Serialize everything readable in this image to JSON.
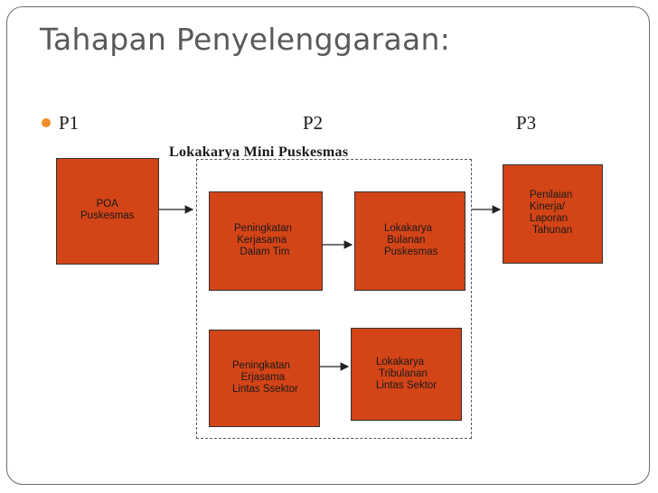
{
  "title": "Tahapan Penyelenggaraan:",
  "phases": {
    "p1": "P1",
    "p2": "P2",
    "p3": "P3"
  },
  "group_title": "Lokakarya Mini Puskesmas",
  "boxes": {
    "poa": "POA\nPuskesmas",
    "peningkatan_kerjasama": "Peningkatan\n Kerjasama\n  Dalam Tim",
    "lokakarya_bulanan": "Lokakarya\n Bulanan\nPuskesmas",
    "penilaian": "Penilaian\nKinerja/\nLaporan\n Tahunan",
    "peningkatan_erjasama": "Peningkatan\n   Erjasama\nLintas Ssektor",
    "lokakarya_tribulanan": "Lokakarya\n Tribulanan\nLintas Sektor"
  },
  "colors": {
    "box_fill": "#d34417",
    "bullet": "#f28c28",
    "title": "#595959"
  }
}
